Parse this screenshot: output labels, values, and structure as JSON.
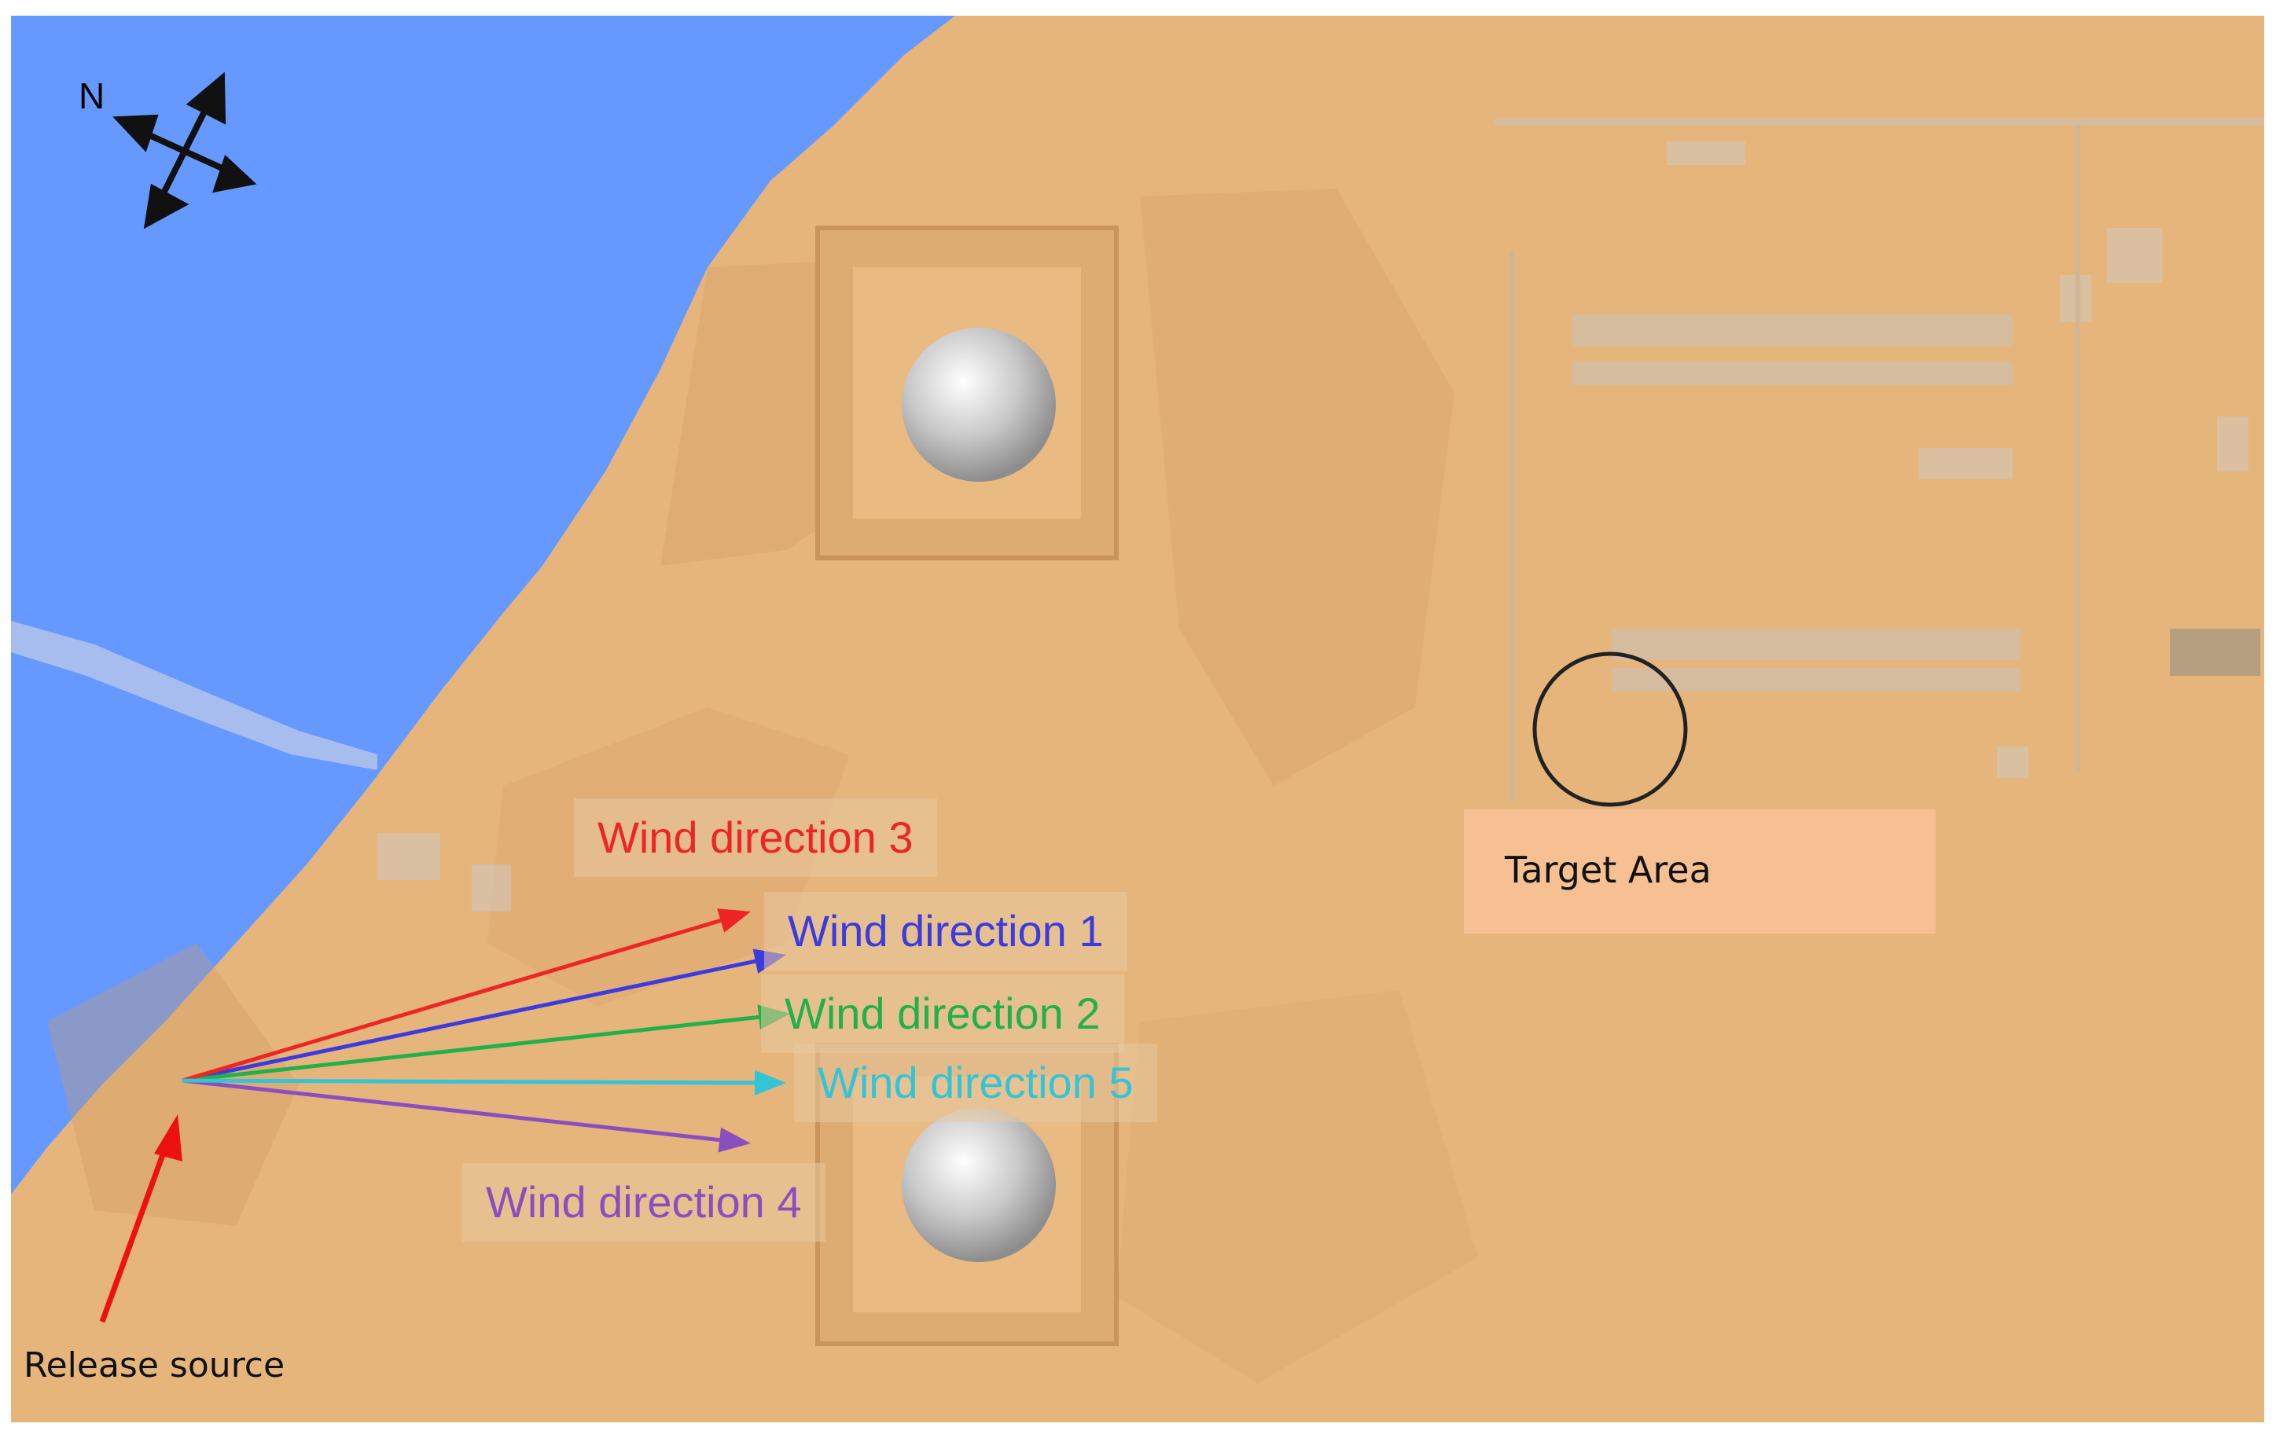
{
  "map": {
    "compass_label": "N",
    "release_source_label": "Release source",
    "target_area_label": "Target Area",
    "wind_directions": [
      {
        "label": "Wind direction 1",
        "color": "#3b3bdf"
      },
      {
        "label": "Wind direction 2",
        "color": "#22b04a"
      },
      {
        "label": "Wind direction 3",
        "color": "#ee2525"
      },
      {
        "label": "Wind direction 4",
        "color": "#8a4fbf"
      },
      {
        "label": "Wind direction 5",
        "color": "#33c4d6"
      }
    ],
    "colors": {
      "water": "#6699ff",
      "terrain": "#e8b77e",
      "release_arrow": "#ee1111",
      "target_box": "#f6c093"
    }
  }
}
